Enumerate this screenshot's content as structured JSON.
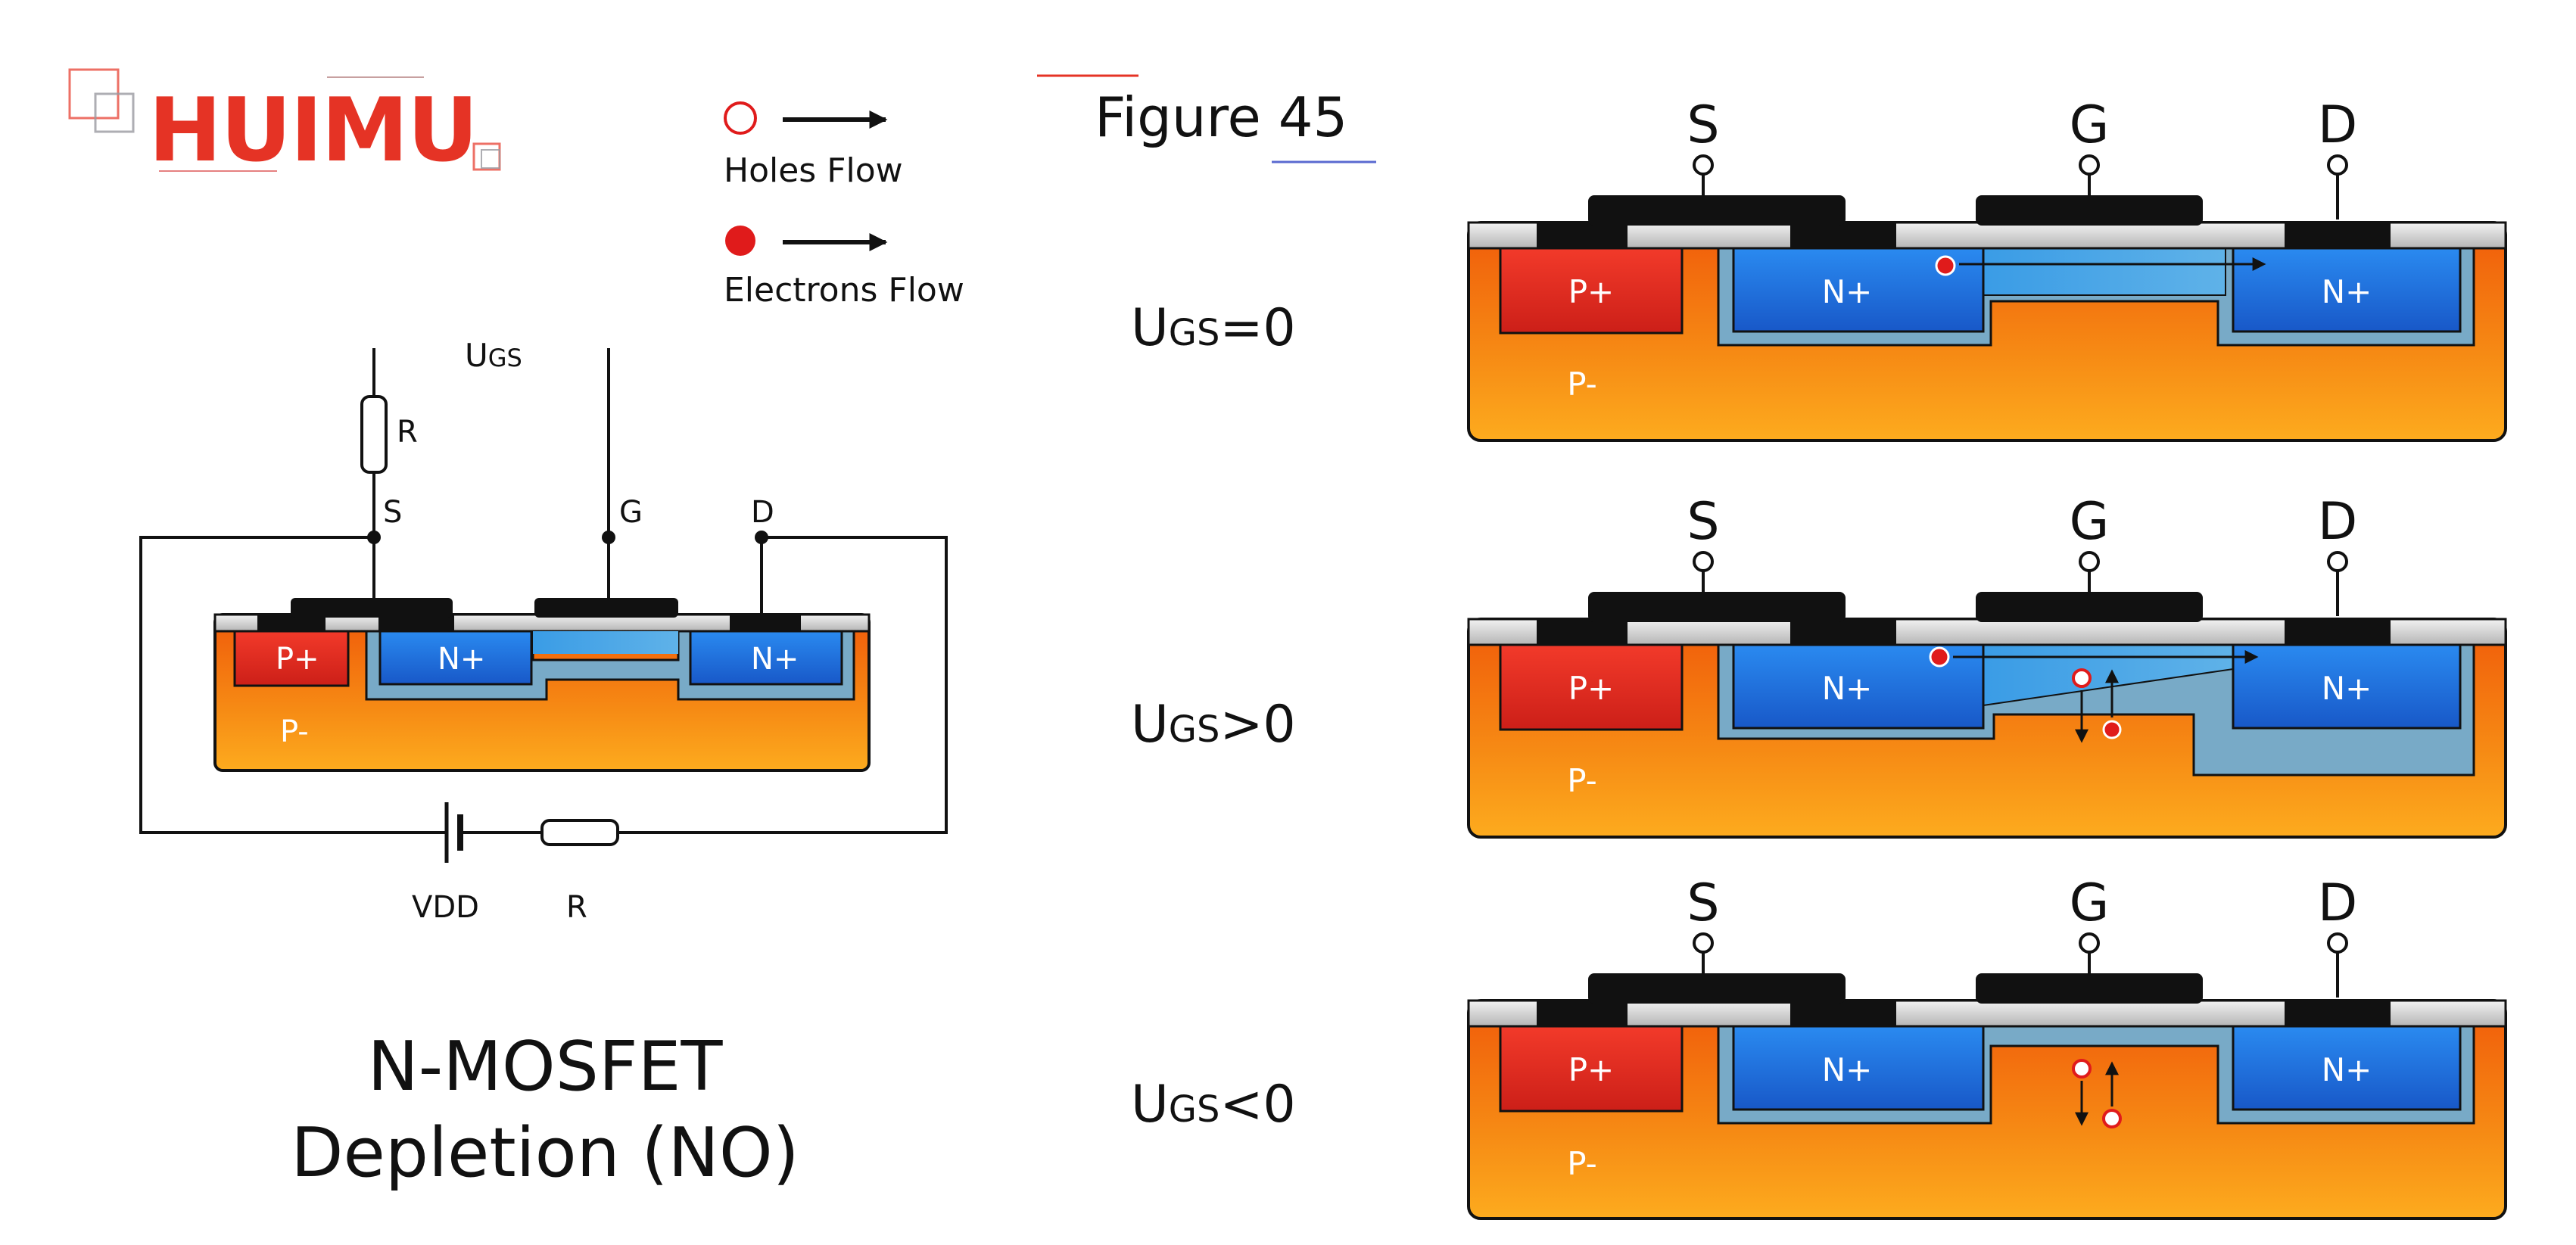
{
  "logo": {
    "text": "HUIMU"
  },
  "legend": {
    "holes": "Holes Flow",
    "electrons": "Electrons Flow"
  },
  "figure_label": "Figure 45",
  "circuit": {
    "ugs_main": "U",
    "ugs_sub": "GS",
    "r_top": "R",
    "s": "S",
    "g": "G",
    "d": "D",
    "p_plus": "P+",
    "n_plus_left": "N+",
    "n_plus_right": "N+",
    "p_minus": "P-",
    "vdd": "VDD",
    "r_bottom": "R"
  },
  "caption": {
    "line1": "N-MOSFET",
    "line2": "Depletion (NO)"
  },
  "panels": [
    {
      "cond_main": "U",
      "cond_sub": "GS",
      "cond_tail": "=0",
      "s": "S",
      "g": "G",
      "d": "D",
      "p_plus": "P+",
      "n_plus_left": "N+",
      "n_plus_right": "N+",
      "p_minus": "P-"
    },
    {
      "cond_main": "U",
      "cond_sub": "GS",
      "cond_tail": ">0",
      "s": "S",
      "g": "G",
      "d": "D",
      "p_plus": "P+",
      "n_plus_left": "N+",
      "n_plus_right": "N+",
      "p_minus": "P-"
    },
    {
      "cond_main": "U",
      "cond_sub": "GS",
      "cond_tail": "<0",
      "s": "S",
      "g": "G",
      "d": "D",
      "p_plus": "P+",
      "n_plus_left": "N+",
      "n_plus_right": "N+",
      "p_minus": "P-"
    }
  ],
  "colors": {
    "brand": "#e53325",
    "p_plus": "#e53325",
    "n_plus": "#2a7ae6",
    "substrate_top": "#f26a0e",
    "substrate_bottom": "#fca81c",
    "depletion": "#7fb7d6",
    "oxide": "#d8d8d8",
    "metal": "#111111"
  }
}
